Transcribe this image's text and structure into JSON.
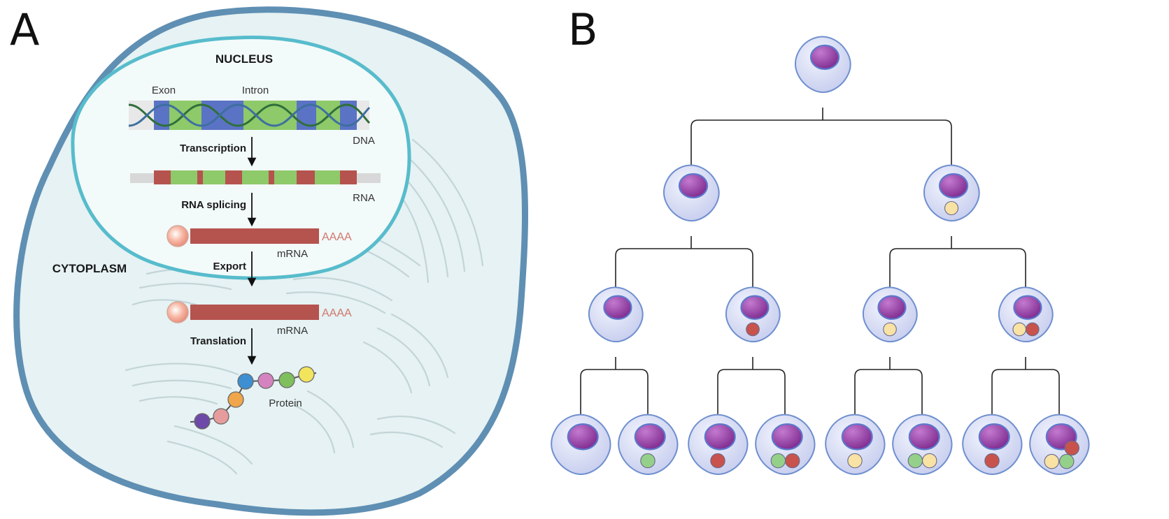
{
  "panel_a": {
    "letter": "A",
    "nucleus_label": "NUCLEUS",
    "cytoplasm_label": "CYTOPLASM",
    "exon_label": "Exon",
    "intron_label": "Intron",
    "dna_label": "DNA",
    "rna_label": "RNA",
    "mrna_label_1": "mRNA",
    "mrna_label_2": "mRNA",
    "polya_tail_1": "AAAA",
    "polya_tail_2": "AAAA",
    "protein_label": "Protein",
    "steps": {
      "transcription": "Transcription",
      "rna_splicing": "RNA splicing",
      "export": "Export",
      "translation": "Translation"
    },
    "colors": {
      "cell_membrane": "#5f8fb3",
      "cytoplasm_fill": "#e6f2f3",
      "nuclear_envelope": "#57bccc",
      "nucleus_fill": "#f3fafa",
      "exon": "#5b73c4",
      "intron": "#8ec96a",
      "rna_exon": "#b5534e",
      "rna_intron": "#8ec96a",
      "cap": "#f3a893",
      "polya": "#d0776c"
    },
    "protein_beads": [
      "#6e4aa8",
      "#e69c9c",
      "#f0a64a",
      "#3d8fd1",
      "#d483c0",
      "#7fbf5e",
      "#f2e45c"
    ]
  },
  "panel_b": {
    "letter": "B",
    "colors": {
      "cell_fill": "#cdd3f0",
      "cell_outline": "#6f8fcf",
      "nucleus_fill": "#8b3a9a",
      "nucleus_outline": "#5b79cc",
      "mutation_yellow": "#f8e2a4",
      "mutation_red": "#c7534c",
      "mutation_green": "#94d08a"
    },
    "lineage_levels": [
      [
        []
      ],
      [
        [],
        [
          "yellow"
        ]
      ],
      [
        [],
        [
          "red"
        ],
        [
          "yellow"
        ],
        [
          "yellow",
          "red"
        ]
      ],
      [
        [],
        [
          "green"
        ],
        [
          "red"
        ],
        [
          "green",
          "red"
        ],
        [
          "yellow"
        ],
        [
          "green",
          "yellow"
        ],
        [
          "red"
        ],
        [
          "yellow",
          "green",
          "red"
        ]
      ]
    ]
  }
}
